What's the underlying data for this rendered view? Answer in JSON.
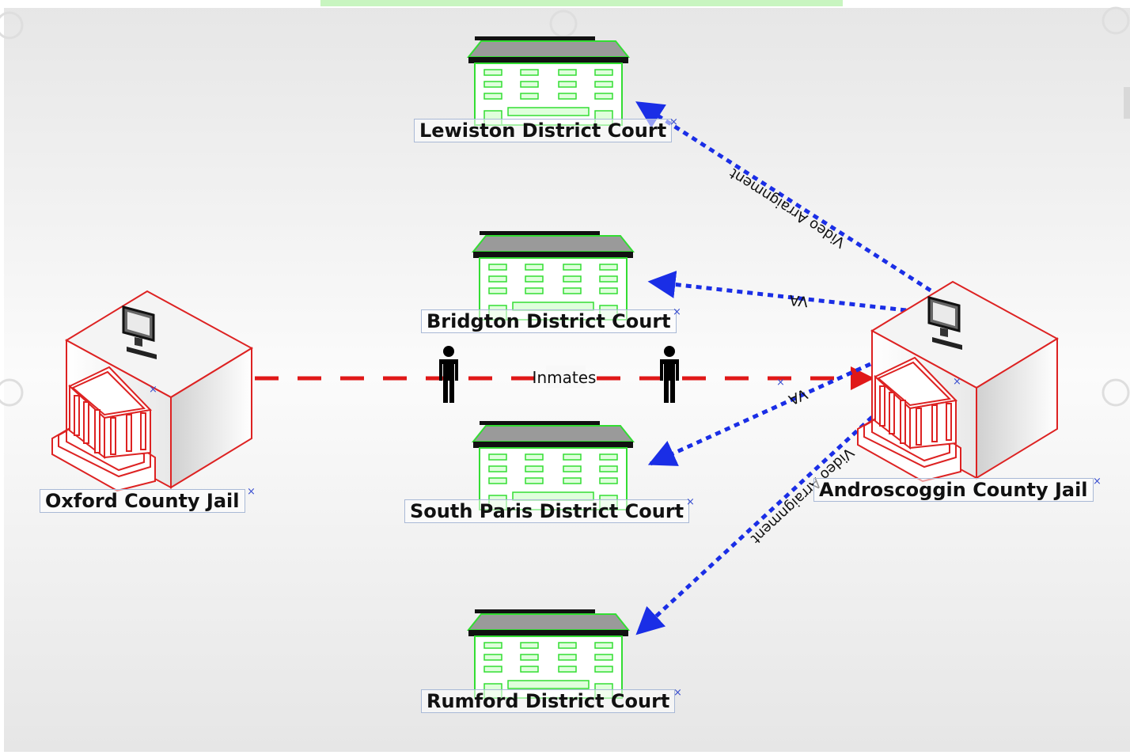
{
  "nodes": {
    "lewiston": "Lewiston District Court",
    "bridgton": "Bridgton District Court",
    "south_paris": "South Paris District Court",
    "rumford": "Rumford District Court",
    "oxford": "Oxford County Jail",
    "androscoggin": "Androscoggin County Jail"
  },
  "edges": {
    "inmates": "Inmates",
    "lewiston": "Video Arraignment",
    "bridgton": "VA",
    "south_paris": "VA",
    "rumford": "Video Arraignment"
  },
  "handle_glyph": "×",
  "colors": {
    "court": "#33dd33",
    "court_roof": "#111111",
    "jail": "#dd2222",
    "video_edge": "#1a2ee6",
    "inmate_edge": "#e01818"
  }
}
